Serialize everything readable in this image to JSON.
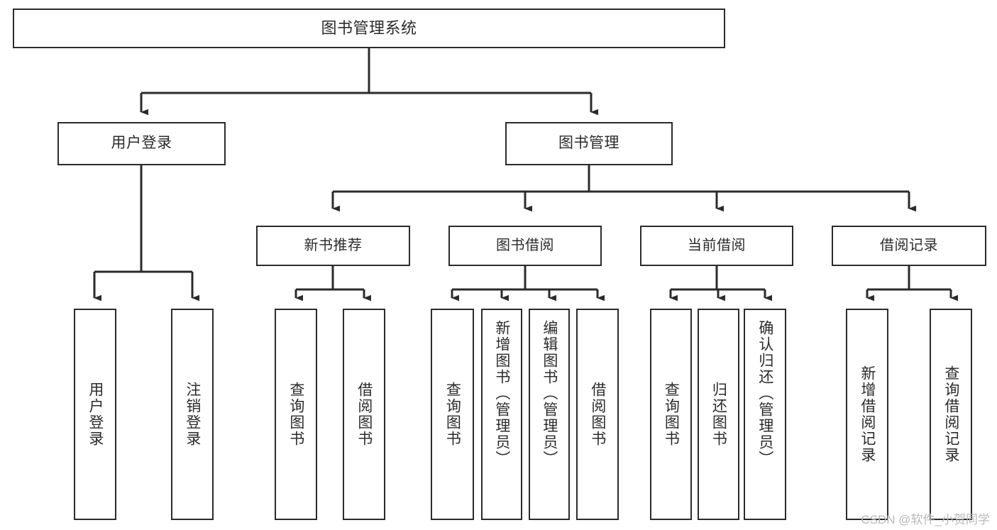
{
  "diagram": {
    "type": "tree-hierarchy-chart",
    "title_node": {
      "label": "图书管理系统"
    },
    "level1": [
      {
        "id": "user-login",
        "label": "用户登录"
      },
      {
        "id": "book-management",
        "label": "图书管理"
      }
    ],
    "level2": [
      {
        "id": "new-book-recommend",
        "label": "新书推荐"
      },
      {
        "id": "book-borrow",
        "label": "图书借阅"
      },
      {
        "id": "current-borrow",
        "label": "当前借阅"
      },
      {
        "id": "borrow-record",
        "label": "借阅记录"
      }
    ],
    "leaves": {
      "user_login": [
        {
          "id": "leaf-user-login",
          "label": "用户登录"
        },
        {
          "id": "leaf-logout-login",
          "label": "注销登录"
        }
      ],
      "new_book_recommend": [
        {
          "id": "leaf-query-book-1",
          "label": "查询图书"
        },
        {
          "id": "leaf-borrow-book-1",
          "label": "借阅图书"
        }
      ],
      "book_borrow": [
        {
          "id": "leaf-query-book-2",
          "label": "查询图书"
        },
        {
          "id": "leaf-add-book-admin",
          "label": "新增图书（管理员）"
        },
        {
          "id": "leaf-edit-book-admin",
          "label": "编辑图书（管理员）"
        },
        {
          "id": "leaf-borrow-book-2",
          "label": "借阅图书"
        }
      ],
      "current_borrow": [
        {
          "id": "leaf-query-book-3",
          "label": "查询图书"
        },
        {
          "id": "leaf-return-book",
          "label": "归还图书"
        },
        {
          "id": "leaf-confirm-return-admin",
          "label": "确认归还（管理员）"
        }
      ],
      "borrow_record": [
        {
          "id": "leaf-add-borrow-record",
          "label": "新增借阅记录"
        },
        {
          "id": "leaf-query-borrow-record",
          "label": "查询借阅记录"
        }
      ]
    },
    "watermark": "CSDN @软件_小贺同学",
    "colors": {
      "stroke": "#2b2b2b",
      "fill": "#ffffff",
      "text": "#2b2b2b",
      "watermark": "#b9b9b9"
    }
  }
}
